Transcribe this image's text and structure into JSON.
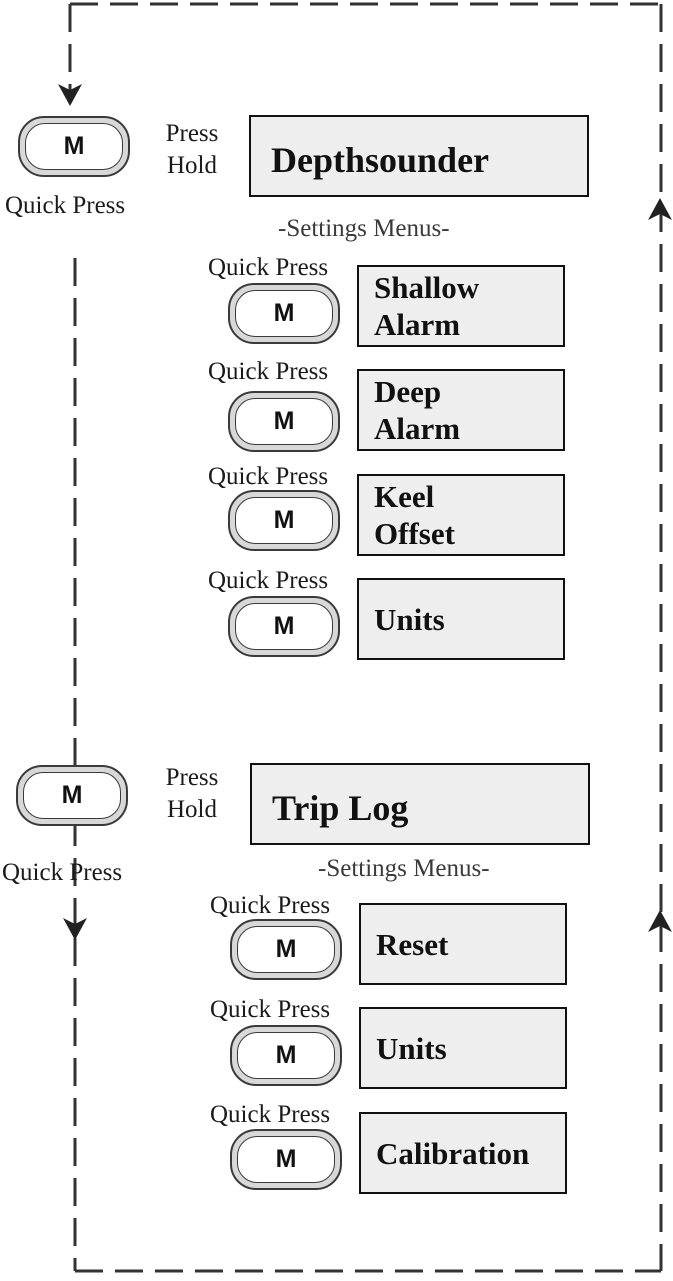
{
  "sections": [
    {
      "mode_label": "Depthsounder",
      "press_hold": "Press\nHold",
      "quick_press": "Quick Press",
      "button_letter": "M",
      "settings_label": "-Settings Menus-",
      "menus": [
        {
          "label": "Shallow\nAlarm",
          "quick_press": "Quick Press",
          "button_letter": "M"
        },
        {
          "label": "Deep\nAlarm",
          "quick_press": "Quick Press",
          "button_letter": "M"
        },
        {
          "label": "Keel\nOffset",
          "quick_press": "Quick Press",
          "button_letter": "M"
        },
        {
          "label": "Units",
          "quick_press": "Quick Press",
          "button_letter": "M"
        }
      ]
    },
    {
      "mode_label": "Trip Log",
      "press_hold": "Press\nHold",
      "quick_press": "Quick Press",
      "button_letter": "M",
      "settings_label": "-Settings Menus-",
      "menus": [
        {
          "label": "Reset",
          "quick_press": "Quick Press",
          "button_letter": "M"
        },
        {
          "label": "Units",
          "quick_press": "Quick Press",
          "button_letter": "M"
        },
        {
          "label": "Calibration",
          "quick_press": "Quick Press",
          "button_letter": "M"
        }
      ]
    }
  ]
}
